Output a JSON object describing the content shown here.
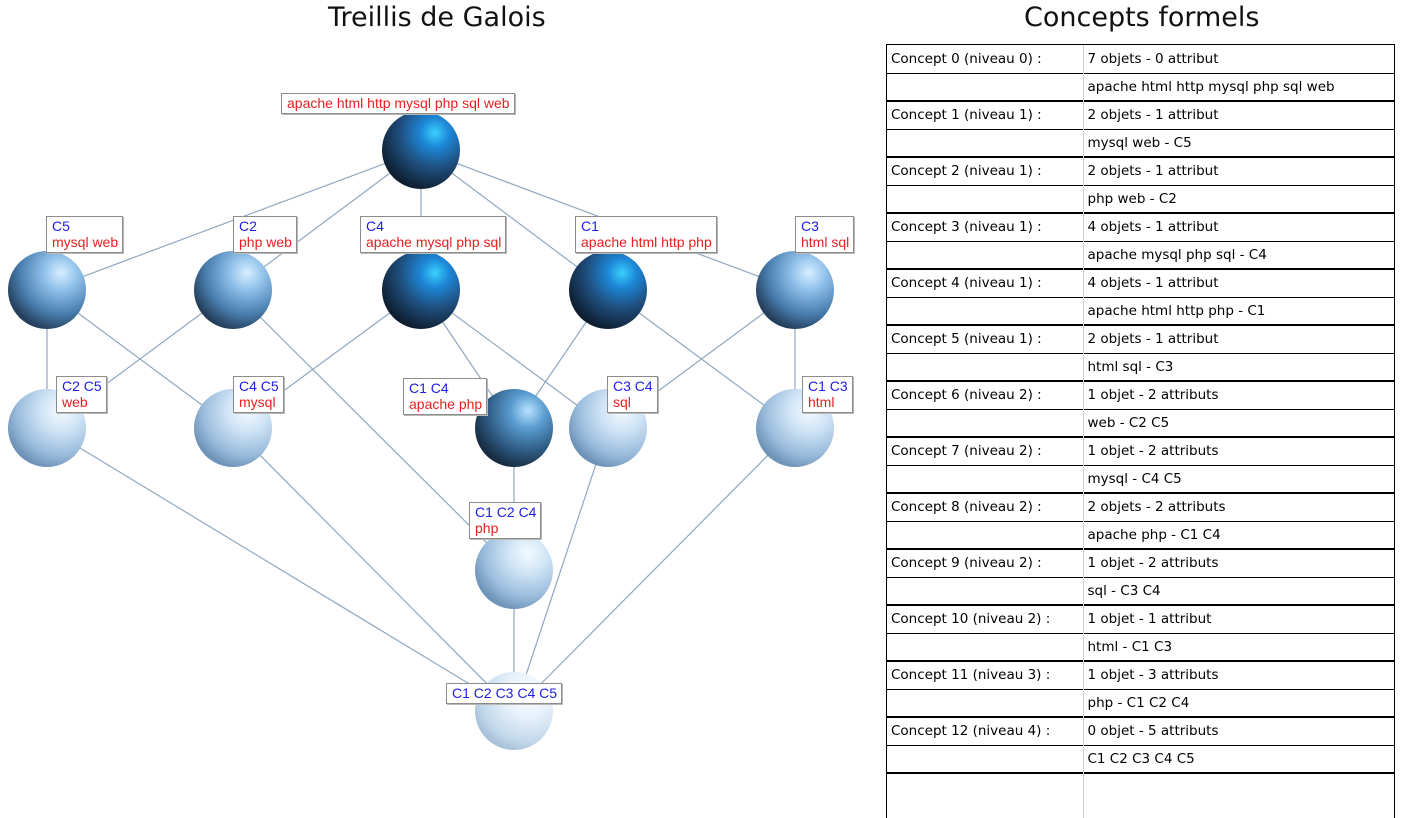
{
  "lattice_title": "Treillis de Galois",
  "table_title": "Concepts formels",
  "colors": {
    "extent": "#2020e6",
    "intent": "#e62020",
    "edge": "#8fa8c0"
  },
  "lattice": {
    "nodes": [
      {
        "id": "top",
        "extent": "",
        "intent": "apache html http mysql php sql web",
        "shade": "dark"
      },
      {
        "id": "c5",
        "extent": "C5",
        "intent": "mysql web",
        "shade": "mid"
      },
      {
        "id": "c2",
        "extent": "C2",
        "intent": "php web",
        "shade": "mid"
      },
      {
        "id": "c4",
        "extent": "C4",
        "intent": "apache mysql php sql",
        "shade": "dark"
      },
      {
        "id": "c1",
        "extent": "C1",
        "intent": "apache html http php",
        "shade": "dark"
      },
      {
        "id": "c3",
        "extent": "C3",
        "intent": "html sql",
        "shade": "mid"
      },
      {
        "id": "c2c5",
        "extent": "C2 C5",
        "intent": "web",
        "shade": "light"
      },
      {
        "id": "c4c5",
        "extent": "C4 C5",
        "intent": "mysql",
        "shade": "light"
      },
      {
        "id": "c1c4",
        "extent": "C1 C4",
        "intent": "apache php",
        "shade": "darkmid"
      },
      {
        "id": "c3c4",
        "extent": "C3 C4",
        "intent": "sql",
        "shade": "light"
      },
      {
        "id": "c1c3",
        "extent": "C1 C3",
        "intent": "html",
        "shade": "light"
      },
      {
        "id": "c1c2c4",
        "extent": "C1 C2 C4",
        "intent": "php",
        "shade": "light"
      },
      {
        "id": "bottom",
        "extent": "C1 C2 C3 C4 C5",
        "intent": "",
        "shade": "vlight"
      }
    ],
    "edges": [
      [
        "top",
        "c5"
      ],
      [
        "top",
        "c2"
      ],
      [
        "top",
        "c4"
      ],
      [
        "top",
        "c1"
      ],
      [
        "top",
        "c3"
      ],
      [
        "c5",
        "c2c5"
      ],
      [
        "c5",
        "c4c5"
      ],
      [
        "c2",
        "c2c5"
      ],
      [
        "c2",
        "c1c2c4"
      ],
      [
        "c4",
        "c4c5"
      ],
      [
        "c4",
        "c1c4"
      ],
      [
        "c4",
        "c3c4"
      ],
      [
        "c1",
        "c1c4"
      ],
      [
        "c1",
        "c1c3"
      ],
      [
        "c3",
        "c3c4"
      ],
      [
        "c3",
        "c1c3"
      ],
      [
        "c1c4",
        "c1c2c4"
      ],
      [
        "c2c5",
        "bottom"
      ],
      [
        "c4c5",
        "bottom"
      ],
      [
        "c1c2c4",
        "bottom"
      ],
      [
        "c3c4",
        "bottom"
      ],
      [
        "c1c3",
        "bottom"
      ]
    ]
  },
  "concepts": [
    {
      "name": "Concept 0 (niveau 0) :",
      "summary": "7 objets - 0 attribut",
      "detail": "apache html http mysql php sql web"
    },
    {
      "name": "Concept 1 (niveau 1) :",
      "summary": "2 objets - 1 attribut",
      "detail": "mysql web - C5"
    },
    {
      "name": "Concept 2 (niveau 1) :",
      "summary": "2 objets - 1 attribut",
      "detail": "php web - C2"
    },
    {
      "name": "Concept 3 (niveau 1) :",
      "summary": "4 objets - 1 attribut",
      "detail": "apache mysql php sql - C4"
    },
    {
      "name": "Concept 4 (niveau 1) :",
      "summary": "4 objets - 1 attribut",
      "detail": "apache html http php - C1"
    },
    {
      "name": "Concept 5 (niveau 1) :",
      "summary": "2 objets - 1 attribut",
      "detail": "html sql - C3"
    },
    {
      "name": "Concept 6 (niveau 2) :",
      "summary": "1 objet - 2 attributs",
      "detail": "web - C2 C5"
    },
    {
      "name": "Concept 7 (niveau 2) :",
      "summary": "1 objet - 2 attributs",
      "detail": "mysql - C4 C5"
    },
    {
      "name": "Concept 8 (niveau 2) :",
      "summary": "2 objets - 2 attributs",
      "detail": "apache php - C1 C4"
    },
    {
      "name": "Concept 9 (niveau 2) :",
      "summary": "1 objet - 2 attributs",
      "detail": "sql - C3 C4"
    },
    {
      "name": "Concept 10 (niveau 2) :",
      "summary": "1 objet - 1 attribut",
      "detail": "html - C1 C3"
    },
    {
      "name": "Concept 11 (niveau 3) :",
      "summary": "1 objet - 3 attributs",
      "detail": "php - C1 C2 C4"
    },
    {
      "name": "Concept 12 (niveau 4) :",
      "summary": "0 objet - 5 attributs",
      "detail": "C1 C2 C3 C4 C5"
    }
  ]
}
